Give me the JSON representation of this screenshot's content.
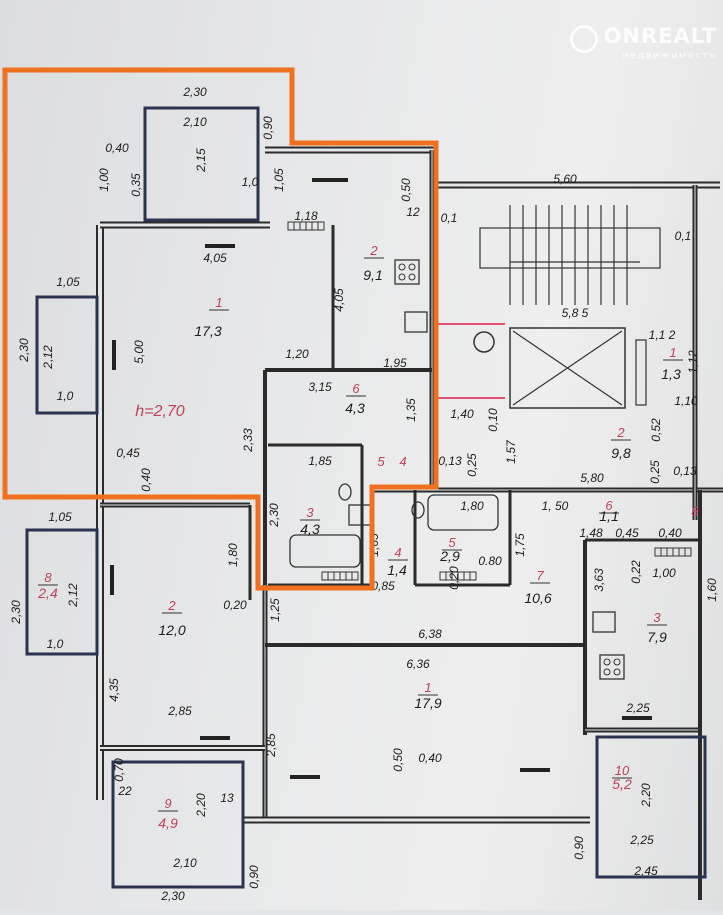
{
  "watermark": {
    "brand": "ONREALT",
    "subtitle": "недвижимость"
  },
  "ceiling_height": "h=2,70",
  "rooms": [
    {
      "number": "1",
      "area": "17,3"
    },
    {
      "number": "2",
      "area": "9,1"
    },
    {
      "number": "6",
      "area": "4,3"
    },
    {
      "number": "3",
      "area": "4,3"
    },
    {
      "number": "4",
      "area": "1,4"
    },
    {
      "number": "5",
      "area": "2,9"
    },
    {
      "number": "7",
      "area": "10,6"
    },
    {
      "number": "3",
      "area": "7,9"
    },
    {
      "number": "1",
      "area": "17,9"
    },
    {
      "number": "10",
      "area": "5,2"
    },
    {
      "number": "8",
      "area": "2,4"
    },
    {
      "number": "2",
      "area": "12,0"
    },
    {
      "number": "9",
      "area": "4,9"
    },
    {
      "number": "2",
      "area": "9,8"
    },
    {
      "number": "1",
      "area": "1,3"
    },
    {
      "number": "6",
      "area": "1,1"
    }
  ],
  "small_room_numbers": [
    "5",
    "4",
    "8"
  ],
  "dimensions": [
    "2,30",
    "2,10",
    "0,90",
    "0,40",
    "1,00",
    "0,35",
    "2,15",
    "1,0",
    "1,05",
    "1,18",
    "0,50",
    "12",
    "4,05",
    "4,05",
    "1,05",
    "2,30",
    "2,12",
    "1,0",
    "5,00",
    "1,20",
    "1,95",
    "3,15",
    "1,35",
    "2,33",
    "0,45",
    "0,40",
    "1,85",
    "2,30",
    "5,60",
    "0,1",
    "0,1",
    "5,8 5",
    "1,1 2",
    "1,12",
    "1,40",
    "0,10",
    "1,57",
    "1,10",
    "0,52",
    "0,13",
    "0,25",
    "5,80",
    "0,25",
    "0,13",
    "1,80",
    "1, 50",
    "1,75",
    "1,65",
    "0,85",
    "0.80",
    "0,20",
    "1,48",
    "0,45",
    "0,40",
    "3,63",
    "0,22",
    "1,00",
    "1,60",
    "6,38",
    "6,36",
    "2,25",
    "0,40",
    "0,50",
    "2,20",
    "2,25",
    "2,45",
    "0,90",
    "1,05",
    "2,30",
    "2,12",
    "1,0",
    "1,80",
    "0,20",
    "1,25",
    "4,35",
    "2,85",
    "2,85",
    "0,70",
    "22",
    "2,20",
    "13",
    "2,10",
    "0,90",
    "2,30"
  ],
  "colors": {
    "highlight": "#f07020",
    "wall": "#2b2b2b",
    "room_number": "#c0405a",
    "partition": "#e05070"
  }
}
